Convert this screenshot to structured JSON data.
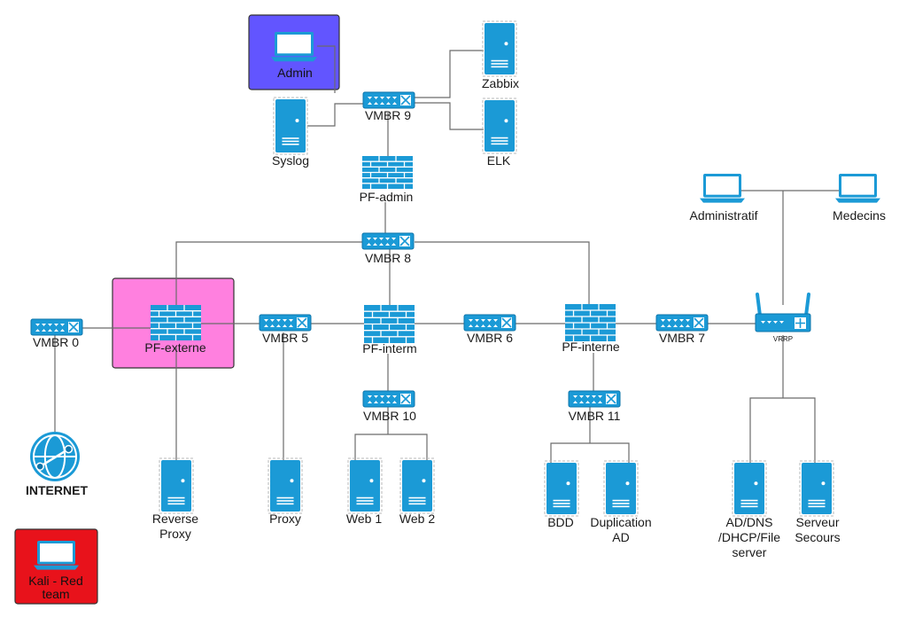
{
  "colors": {
    "device": "#1b9ad6",
    "device_dark": "#0d74aa",
    "admin_zone": "#6255ff",
    "pf_externe_zone": "#ff80df",
    "kali_zone": "#e8121b",
    "wire": "#6b6b6b"
  },
  "nodes": {
    "admin": "Admin",
    "syslog": "Syslog",
    "vmbr9": "VMBR 9",
    "zabbix": "Zabbix",
    "elk": "ELK",
    "pf_admin": "PF-admin",
    "administratif": "Administratif",
    "medecins": "Medecins",
    "vmbr8": "VMBR 8",
    "vmbr0": "VMBR 0",
    "pf_externe": "PF-externe",
    "vmbr5": "VMBR 5",
    "pf_interm": "PF-interm",
    "vmbr6": "VMBR 6",
    "pf_interne": "PF-interne",
    "vmbr7": "VMBR 7",
    "vrrp": "VRRP",
    "vmbr10": "VMBR 10",
    "vmbr11": "VMBR 11",
    "internet": "INTERNET",
    "reverse_proxy": [
      "Reverse",
      "Proxy"
    ],
    "proxy": "Proxy",
    "web1": "Web 1",
    "web2": "Web 2",
    "bdd": "BDD",
    "duplication_ad": [
      "Duplication",
      "AD"
    ],
    "ad_dns": [
      "AD/DNS",
      "/DHCP/File",
      "server"
    ],
    "serveur_secours": [
      "Serveur",
      "Secours"
    ],
    "kali": [
      "Kali - Red",
      "team"
    ]
  }
}
